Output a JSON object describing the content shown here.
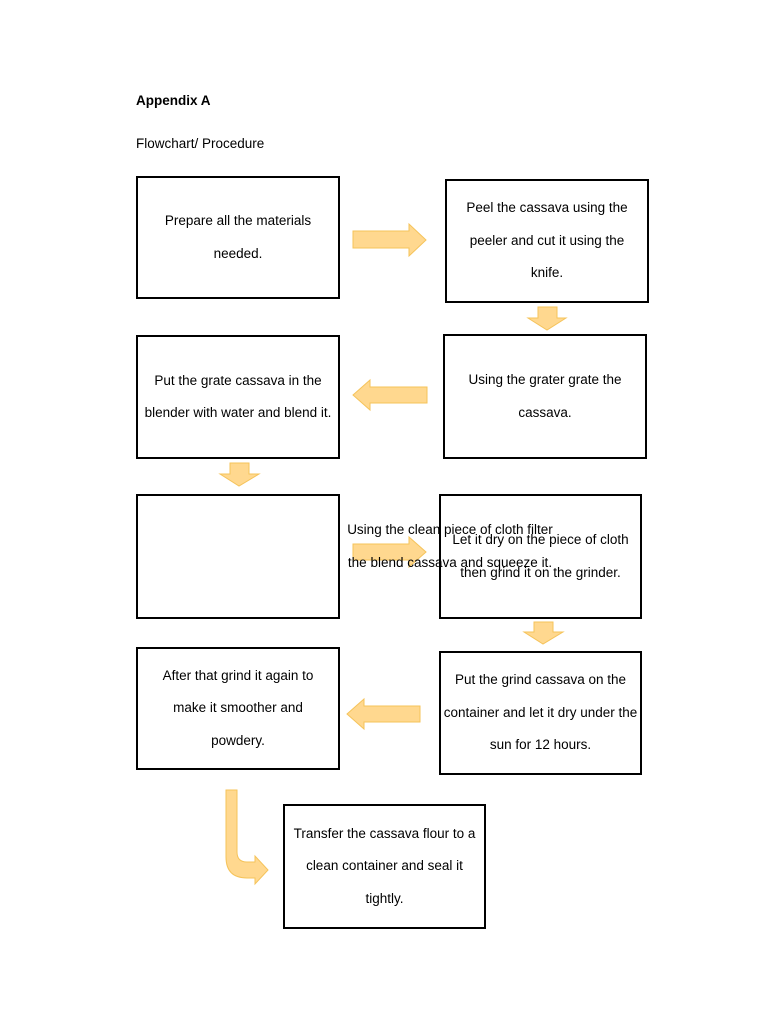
{
  "document": {
    "heading": "Appendix A",
    "subheading": "Flowchart/ Procedure"
  },
  "steps": [
    "Prepare all the materials needed.",
    "Peel the cassava using the peeler and cut it using the knife.",
    "Using the grater grate the cassava.",
    "Put the grate cassava in the blender with water and blend it.",
    "Using the clean piece of cloth filter the blend cassava and squeeze it.",
    "Let it dry on the piece of cloth then grind it on the grinder.",
    "Put the grind cassava on the container and let it dry under the sun for 12 hours.",
    "After that grind it again to make it smoother and powdery.",
    "Transfer the cassava flour to a clean container and seal it tightly."
  ],
  "colors": {
    "arrow_fill": "#ffd88f",
    "arrow_outline": "#f5c35a",
    "box_border": "#000000"
  }
}
